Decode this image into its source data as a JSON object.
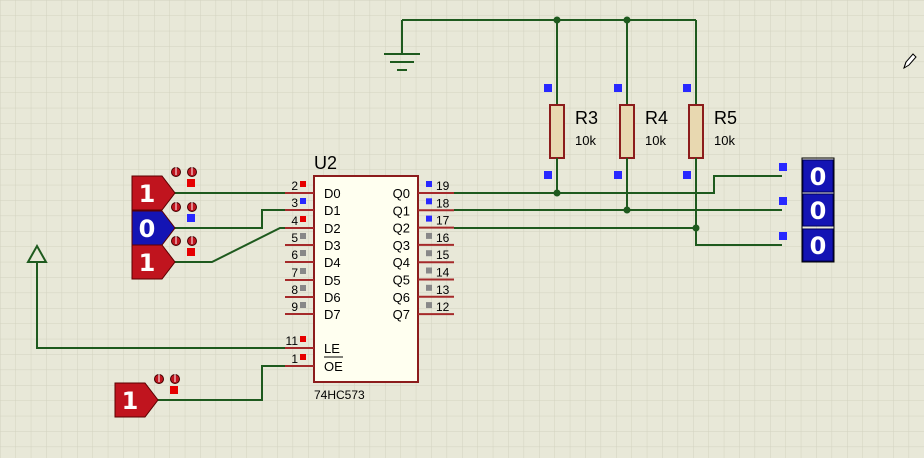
{
  "chip": {
    "ref": "U2",
    "part": "74HC573",
    "left_pins": [
      {
        "num": "2",
        "name": "D0"
      },
      {
        "num": "3",
        "name": "D1"
      },
      {
        "num": "4",
        "name": "D2"
      },
      {
        "num": "5",
        "name": "D3"
      },
      {
        "num": "6",
        "name": "D4"
      },
      {
        "num": "7",
        "name": "D5"
      },
      {
        "num": "8",
        "name": "D6"
      },
      {
        "num": "9",
        "name": "D7"
      },
      {
        "num": "11",
        "name": "LE"
      },
      {
        "num": "1",
        "name": "OE"
      }
    ],
    "right_pins": [
      {
        "num": "19",
        "name": "Q0"
      },
      {
        "num": "18",
        "name": "Q1"
      },
      {
        "num": "17",
        "name": "Q2"
      },
      {
        "num": "16",
        "name": "Q3"
      },
      {
        "num": "15",
        "name": "Q4"
      },
      {
        "num": "14",
        "name": "Q5"
      },
      {
        "num": "13",
        "name": "Q6"
      },
      {
        "num": "12",
        "name": "Q7"
      }
    ]
  },
  "resistors": [
    {
      "ref": "R3",
      "value": "10k"
    },
    {
      "ref": "R4",
      "value": "10k"
    },
    {
      "ref": "R5",
      "value": "10k"
    }
  ],
  "inputs": [
    {
      "value": "1",
      "color": "#c0141e"
    },
    {
      "value": "0",
      "color": "#1414b4"
    },
    {
      "value": "1",
      "color": "#c0141e"
    }
  ],
  "oe_input": {
    "value": "1",
    "color": "#c0141e"
  },
  "outputs": [
    {
      "value": "0"
    },
    {
      "value": "0"
    },
    {
      "value": "0"
    }
  ],
  "colors": {
    "background": "#e8e8d8",
    "grid": "#d2d2c0",
    "wire": "#1e5a1e",
    "chip_fill": "#fffff0",
    "chip_border": "#8c1c1c",
    "output_probe": "#1414b4",
    "pin_high": "#e60000",
    "pin_low": "#2828ff",
    "pin_float": "#888888"
  }
}
